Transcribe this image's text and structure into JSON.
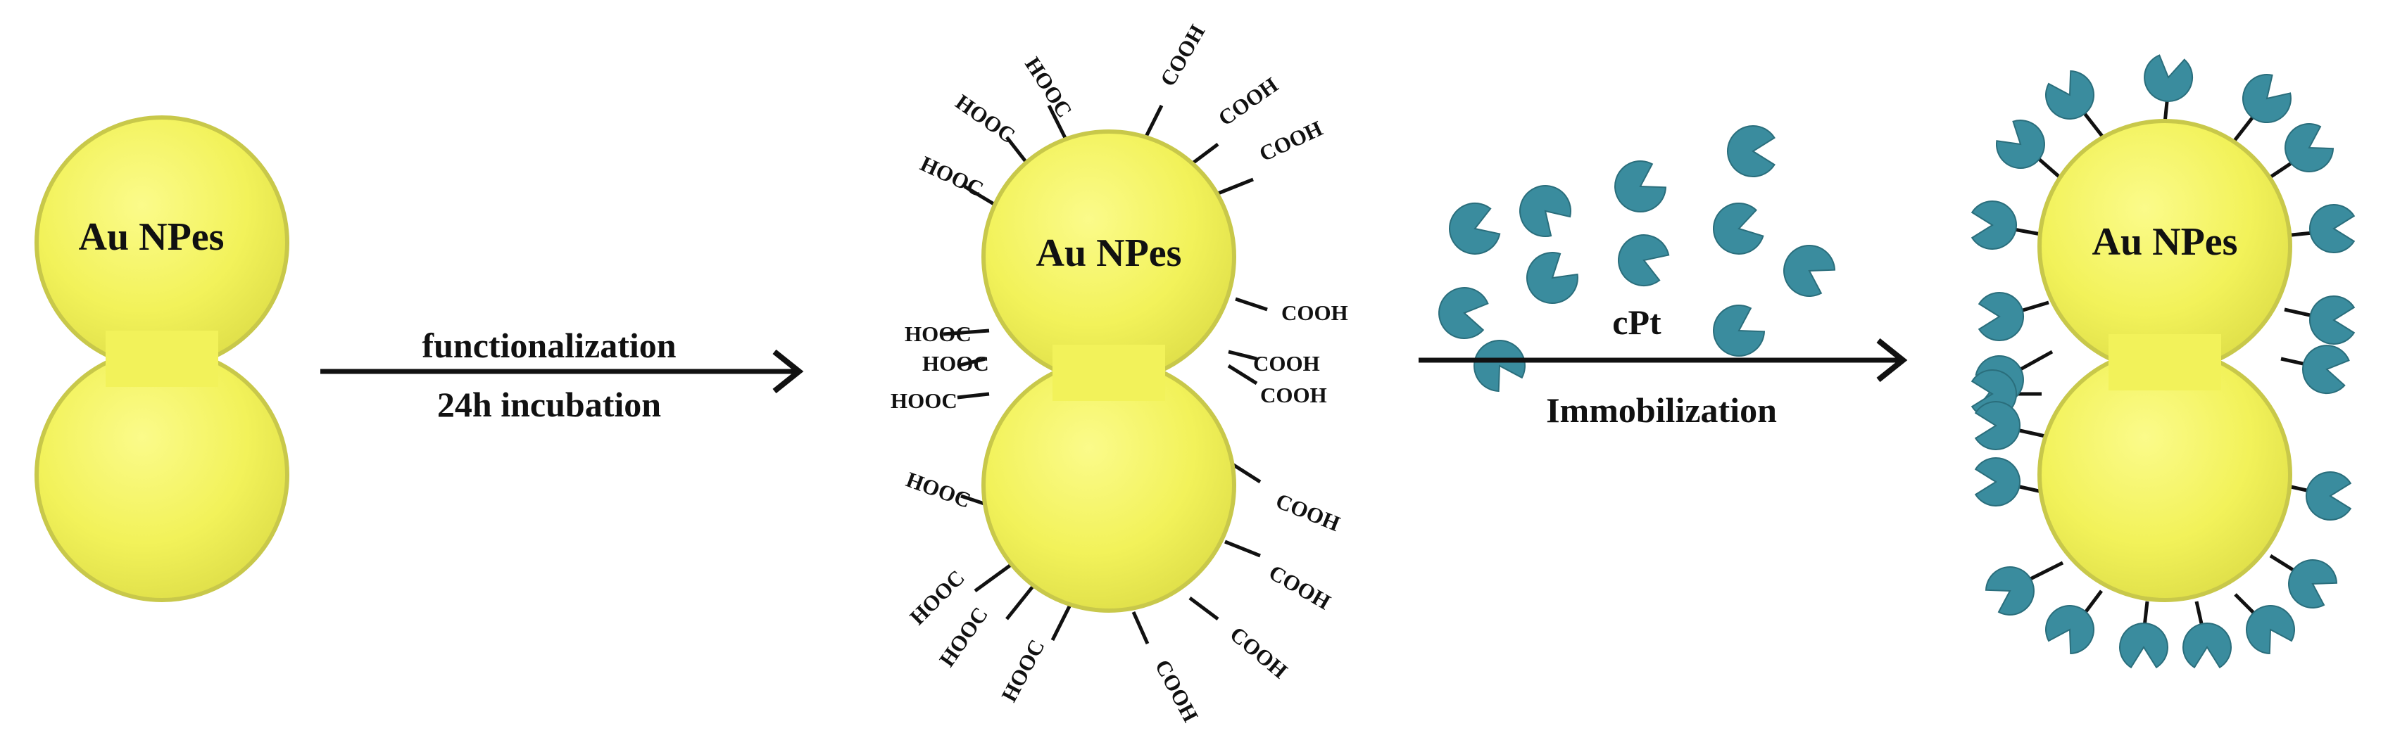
{
  "particles": [
    {
      "label": "Au NPes",
      "state": "bare"
    },
    {
      "label": "Au NPes",
      "state": "carboxyl-functionalized"
    },
    {
      "label": "Au NPes",
      "state": "cPt-immobilized"
    }
  ],
  "step1": {
    "line1": "functionalization",
    "line2": "24h incubation"
  },
  "step2": {
    "reagent": "cPt",
    "label": "Immobilization"
  },
  "groups": {
    "right": "COOH",
    "left": "HOOC"
  },
  "colors": {
    "gold": "#f2f25a",
    "gold_edge": "#c8c84a",
    "protein": "#3a8c9e",
    "ink": "#111111"
  },
  "icons": {
    "protein": "pacman-protein-icon",
    "arrow": "reaction-arrow-icon"
  }
}
